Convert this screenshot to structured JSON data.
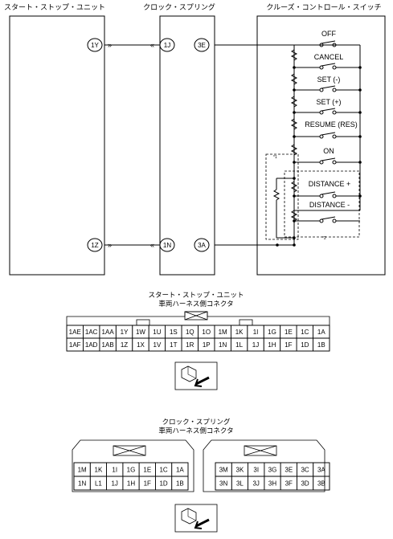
{
  "titles": {
    "start_stop_unit": "スタート・ストップ・ユニット",
    "clock_spring": "クロック・スプリング",
    "cruise_switch": "クルーズ・コントロール・スイッチ"
  },
  "pins": {
    "unit_top": "1Y",
    "unit_bottom": "1Z",
    "spring_left_top": "1J",
    "spring_right_top": "3E",
    "spring_left_bottom": "1N",
    "spring_right_bottom": "3A"
  },
  "switches": {
    "off": "OFF",
    "cancel": "CANCEL",
    "set_minus": "SET (-)",
    "set_plus": "SET (+)",
    "resume": "RESUME (RES)",
    "on": "ON",
    "distance_plus": "DISTANCE +",
    "distance_minus": "DISTANCE -"
  },
  "notes": {
    "note1": "*1",
    "note2": "*2"
  },
  "connector1": {
    "title_line1": "スタート・ストップ・ユニット",
    "title_line2": "車両ハーネス側コネクタ",
    "row1": [
      "1AE",
      "1AC",
      "1AA",
      "1Y",
      "1W",
      "1U",
      "1S",
      "1Q",
      "1O",
      "1M",
      "1K",
      "1I",
      "1G",
      "1E",
      "1C",
      "1A"
    ],
    "row2": [
      "1AF",
      "1AD",
      "1AB",
      "1Z",
      "1X",
      "1V",
      "1T",
      "1R",
      "1P",
      "1N",
      "1L",
      "1J",
      "1H",
      "1F",
      "1D",
      "1B"
    ]
  },
  "connector2": {
    "title_line1": "クロック・スプリング",
    "title_line2": "車両ハーネス側コネクタ",
    "left_row1": [
      "1M",
      "1K",
      "1I",
      "1G",
      "1E",
      "1C",
      "1A"
    ],
    "left_row2": [
      "1N",
      "L1",
      "1J",
      "1H",
      "1F",
      "1D",
      "1B"
    ],
    "right_row1": [
      "3M",
      "3K",
      "3I",
      "3G",
      "3E",
      "3C",
      "3A"
    ],
    "right_row2": [
      "3N",
      "3L",
      "3J",
      "3H",
      "3F",
      "3D",
      "3B"
    ]
  }
}
